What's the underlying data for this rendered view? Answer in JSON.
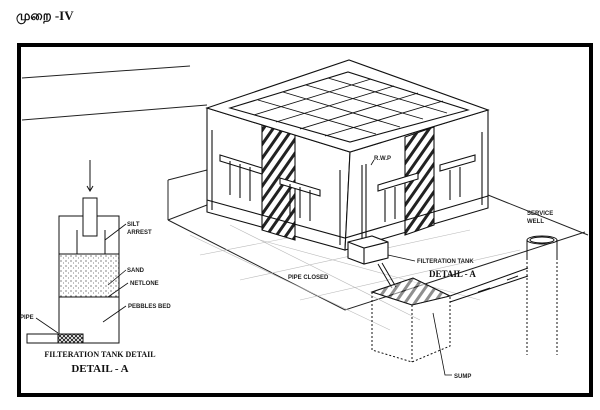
{
  "heading": "முறை -IV",
  "labels": {
    "silt": "SILT",
    "arrest": "ARREST",
    "sand": "SAND",
    "netlone": "NETLONE",
    "pebbles_bed": "PEBBLES BED",
    "pipe": "PIPE",
    "detail_caption": "FILTERATION TANK DETAIL",
    "detail_a_left": "DETAIL - A",
    "rwp": "R.W.P",
    "pipe_closed": "PIPE CLOSED",
    "filteration_tank": "FILTERATION TANK",
    "detail_a_right": "DETAIL - A",
    "service": "SERVICE",
    "well": "WELL",
    "sump": "SUMP"
  }
}
